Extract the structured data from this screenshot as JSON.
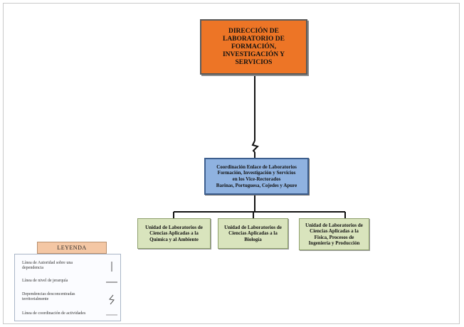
{
  "top": {
    "lines": [
      "DIRECCIÓN DE",
      "LABORATORIO DE",
      "FORMACIÓN,",
      "INVESTIGACIÓN Y",
      "SERVICIOS"
    ]
  },
  "coordination": {
    "lines": [
      "Coordinación Enlace de Laboratorios",
      "Formación, Investigación y Servicios",
      "en los Vice-Rectorados",
      "Barinas, Portuguesa, Cojedes y Apure"
    ]
  },
  "units": [
    {
      "lines": [
        "Unidad de Laboratorios de",
        "Ciencias Aplicadas a la",
        "Química y al Ambiente"
      ]
    },
    {
      "lines": [
        "Unidad de Laboratorios de",
        "Ciencias Aplicadas a la",
        "Biología"
      ]
    },
    {
      "lines": [
        "Unidad de Laboratorios de",
        "Ciencias Aplicadas a la",
        "Física, Procesos de",
        "Ingeniería y Producción"
      ]
    }
  ],
  "legend": {
    "title": "LEYENDA",
    "items": [
      {
        "lines": [
          "Línea de Autoridad sobre una",
          "dependencia"
        ],
        "symbol": "vertical-line"
      },
      {
        "lines": [
          "Línea de nivel de jerarquía"
        ],
        "symbol": "horizontal-line"
      },
      {
        "lines": [
          "Dependencias desconcentradas",
          "territorialmente"
        ],
        "symbol": "lightning-break"
      },
      {
        "lines": [
          "Línea de coordinación de actividades"
        ],
        "symbol": "horizontal-gray-line"
      }
    ]
  },
  "colors": {
    "top_box": "#ed7526",
    "coordination_box": "#8fb2e0",
    "unit_box": "#d9e4bd",
    "legend_title": "#f4c7a4"
  }
}
